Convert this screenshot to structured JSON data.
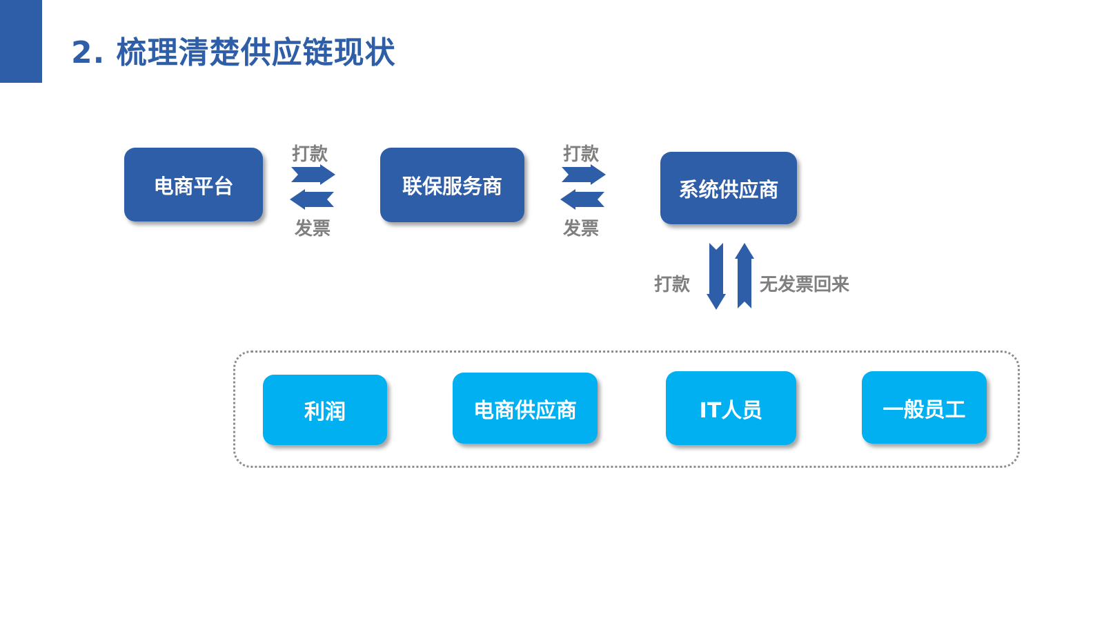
{
  "title": "2. 梳理清楚供应链现状",
  "nodes": {
    "ecommerce_platform": "电商平台",
    "warranty_provider": "联保服务商",
    "system_supplier": "系统供应商"
  },
  "flows": {
    "pair1": {
      "top": "打款",
      "bottom": "发票"
    },
    "pair2": {
      "top": "打款",
      "bottom": "发票"
    },
    "vertical": {
      "left": "打款",
      "right": "无发票回来"
    }
  },
  "groups": [
    "利润",
    "电商供应商",
    "IT人员",
    "一般员工"
  ],
  "colors": {
    "primary": "#2E5EA8",
    "cyan": "#00B0F0",
    "label": "#7F7F7F"
  }
}
